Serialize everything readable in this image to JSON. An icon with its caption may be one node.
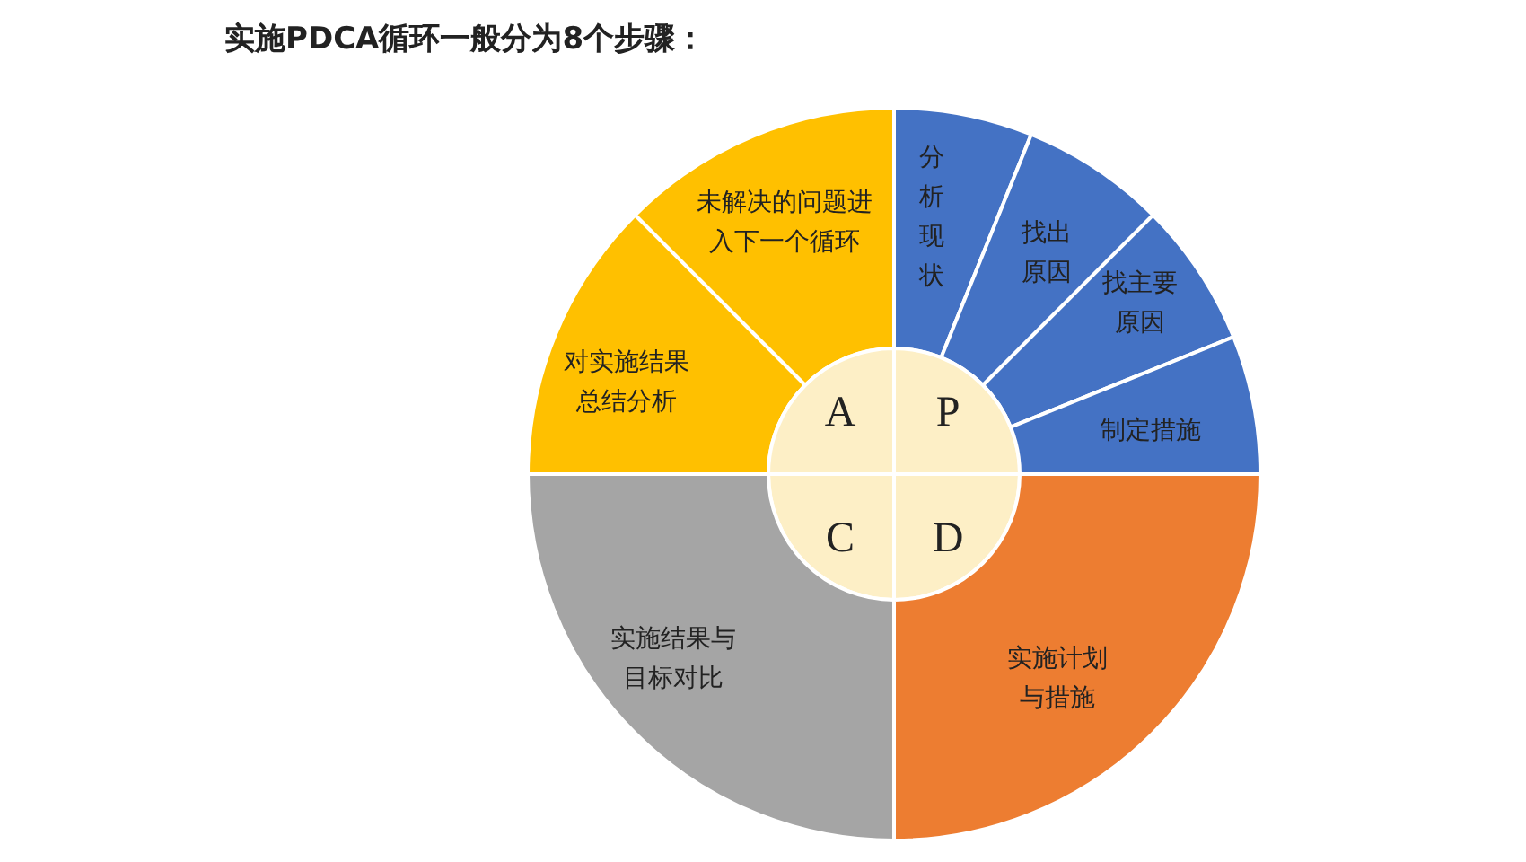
{
  "diagram": {
    "title": "实施PDCA循环一般分为8个步骤：",
    "nodes": [
      {
        "text": [
          "未解决的问题进入下一个循环"
        ]
      },
      {
        "text": [
          "分析现状"
        ]
      },
      {
        "text": [
          "找出原因"
        ]
      },
      {
        "text": [
          "找主要原因"
        ]
      },
      {
        "text": [
          "对实施结果总结分析"
        ]
      },
      {
        "text": [
          "A"
        ]
      },
      {
        "text": [
          "P"
        ]
      },
      {
        "text": [
          "制定措施"
        ]
      },
      {
        "text": [
          "C"
        ]
      },
      {
        "text": [
          "D"
        ]
      },
      {
        "text": [
          "实施结果与目标对比"
        ]
      },
      {
        "text": [
          "实施计划与措施"
        ]
      }
    ]
  }
}
